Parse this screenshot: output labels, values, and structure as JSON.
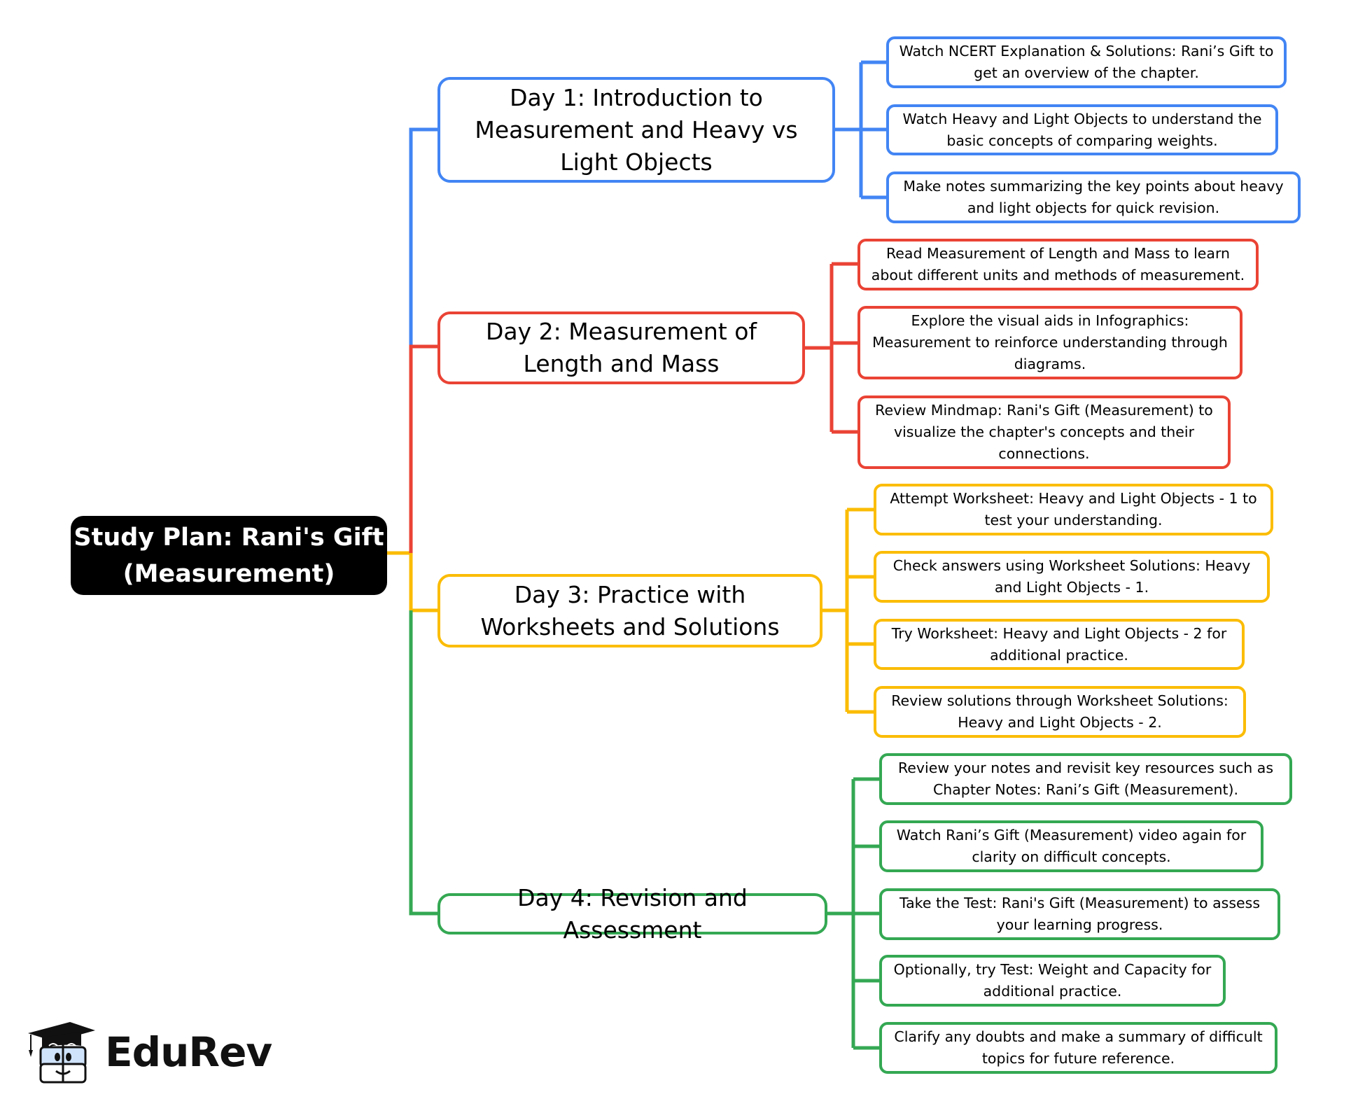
{
  "root": {
    "title": "Study Plan: Rani's Gift (Measurement)"
  },
  "colors": {
    "day1": "#4285F4",
    "day2": "#EA4335",
    "day3": "#FBBC05",
    "day4": "#34A853",
    "root_bg": "#000000"
  },
  "days": [
    {
      "title": "Day 1: Introduction to Measurement and Heavy vs Light Objects",
      "tasks": [
        "Watch NCERT Explanation & Solutions: Rani’s Gift to get an overview of the chapter.",
        "Watch Heavy and Light Objects to understand the basic concepts of comparing weights.",
        "Make notes summarizing the key points about heavy and light objects for quick revision."
      ]
    },
    {
      "title": "Day 2: Measurement of Length and Mass",
      "tasks": [
        "Read Measurement of Length and Mass to learn about different units and methods of measurement.",
        "Explore the visual aids in Infographics: Measurement to reinforce understanding through diagrams.",
        "Review Mindmap: Rani's Gift (Measurement) to visualize the chapter's concepts and their connections."
      ]
    },
    {
      "title": "Day 3: Practice with Worksheets and Solutions",
      "tasks": [
        "Attempt Worksheet: Heavy and Light Objects - 1 to test your understanding.",
        "Check answers using Worksheet Solutions: Heavy and Light Objects - 1.",
        "Try Worksheet: Heavy and Light Objects - 2 for additional practice.",
        "Review solutions through Worksheet Solutions: Heavy and Light Objects - 2."
      ]
    },
    {
      "title": "Day 4: Revision and Assessment",
      "tasks": [
        "Review your notes and revisit key resources such as Chapter Notes: Rani’s Gift (Measurement).",
        "Watch Rani’s Gift (Measurement) video again for clarity on difficult concepts.",
        "Take the Test: Rani's Gift (Measurement) to assess your learning progress.",
        "Optionally, try Test: Weight and Capacity for additional practice.",
        "Clarify any doubts and make a summary of difficult topics for future reference."
      ]
    }
  ],
  "brand": {
    "name": "EduRev",
    "icon": "graduation-cap-mascot-icon"
  }
}
